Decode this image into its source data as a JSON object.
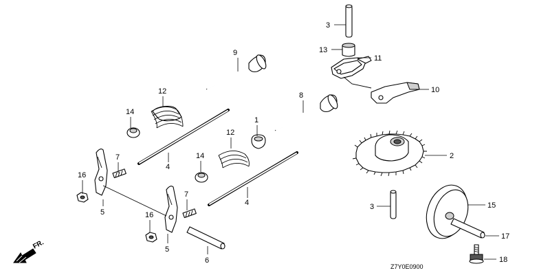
{
  "diagram": {
    "code": "Z7Y0E0900",
    "direction_mark": "FR.",
    "callouts": {
      "c1": "1",
      "c2": "2",
      "c3a": "3",
      "c3b": "3",
      "c4a": "4",
      "c4b": "4",
      "c5a": "5",
      "c5b": "5",
      "c6": "6",
      "c7a": "7",
      "c7b": "7",
      "c8": "8",
      "c9": "9",
      "c10": "10",
      "c11": "11",
      "c12a": "12",
      "c12b": "12",
      "c13": "13",
      "c14a": "14",
      "c14b": "14",
      "c15": "15",
      "c16a": "16",
      "c16b": "16",
      "c17": "17",
      "c18": "18"
    }
  }
}
